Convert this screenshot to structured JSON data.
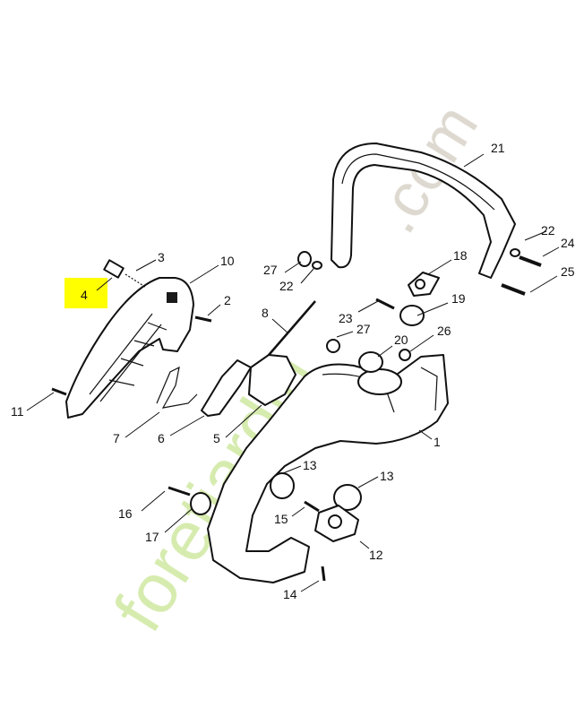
{
  "highlight": {
    "color": "#ffff00",
    "part": "4"
  },
  "watermark": {
    "prefix": "foretjardin",
    "suffix": ".com",
    "prefix_color": "#cfe8a0",
    "suffix_color": "#d9d3c8"
  },
  "callouts": {
    "c1": "1",
    "c2": "2",
    "c3": "3",
    "c4": "4",
    "c5": "5",
    "c6": "6",
    "c7": "7",
    "c8": "8",
    "c10": "10",
    "c11": "11",
    "c12": "12",
    "c13a": "13",
    "c13b": "13",
    "c14": "14",
    "c15": "15",
    "c16": "16",
    "c17": "17",
    "c18": "18",
    "c19": "19",
    "c20": "20",
    "c21": "21",
    "c22a": "22",
    "c22b": "22",
    "c23": "23",
    "c24": "24",
    "c25": "25",
    "c26": "26",
    "c27a": "27",
    "c27b": "27"
  }
}
